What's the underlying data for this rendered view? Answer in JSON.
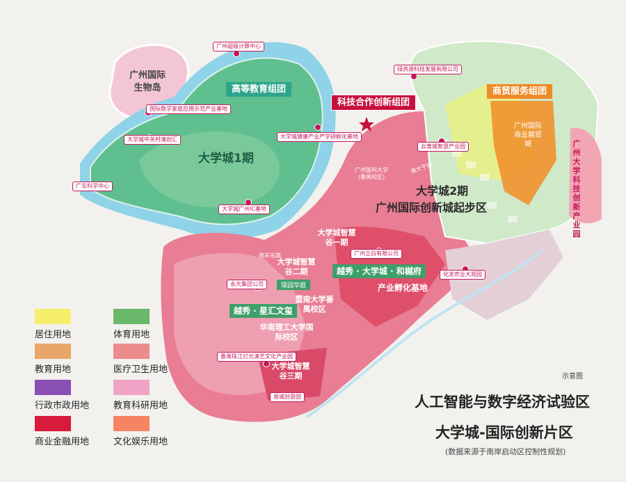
{
  "islands": {
    "bio_island": "广州国际生物岛"
  },
  "clusters": {
    "higher_edu": {
      "label": "高等教育组团",
      "color": "#2fa48c"
    },
    "tech_coop": {
      "label": "科技合作创新组团",
      "color": "#c8103e"
    },
    "commerce": {
      "label": "商贸服务组团",
      "color": "#ef8a28"
    }
  },
  "areas": {
    "phase1": "大学城1期",
    "phase2_line1": "大学城2期",
    "phase2_line2": "广州国际创新城起步区",
    "expo": "广州国际商业展贸城",
    "hub": "产业孵化基地",
    "wisdom1": "大学城智慧谷一期",
    "wisdom2": "大学城智慧谷二期",
    "wisdom3": "大学城智慧谷三期",
    "jinan": "暨南大学番禺校区",
    "scut": "华南理工大学国际校区",
    "med_univ": "广州医科大学(番禺校区)",
    "gz_univ_park": "广州大学科技创新产业园"
  },
  "green_tags": {
    "hefu": "越秀 · 大学城 · 和樾府",
    "xinghui": "越秀 · 星汇文玺",
    "project_name": "璟园华庭"
  },
  "pins": [
    "广州超级计算中心",
    "国际数学家庭应用示范产业基地",
    "大学城中关村清创汇",
    "大学城健康产业产学研孵化基地",
    "广东科学中心",
    "大学城广州IC基地",
    "绿资源科技发展有限公司",
    "云食城智慧产业园",
    "广州立白有限公司",
    "永大集团公司",
    "化龙农业大观园",
    "番禺珠江灯光演艺文化产业园",
    "易城创意园"
  ],
  "roads": {
    "south_ring": "南大干线",
    "ring": "南岸东路"
  },
  "legend": [
    {
      "label": "居住用地",
      "color": "#f5ef6b"
    },
    {
      "label": "体育用地",
      "color": "#6ab86a"
    },
    {
      "label": "教育用地",
      "color": "#e9a66a"
    },
    {
      "label": "医疗卫生用地",
      "color": "#ec8c8c"
    },
    {
      "label": "行政市政用地",
      "color": "#8a4fb3"
    },
    {
      "label": "教育科研用地",
      "color": "#f0a3c4"
    },
    {
      "label": "商业金融用地",
      "color": "#d81b3a"
    },
    {
      "label": "文化娱乐用地",
      "color": "#f58562"
    }
  ],
  "note": "示意图",
  "title_line1": "人工智能与数字经济试验区",
  "title_line2": "大学城-国际创新片区",
  "source": "(数据来源于南岸启动区控制性规划)"
}
